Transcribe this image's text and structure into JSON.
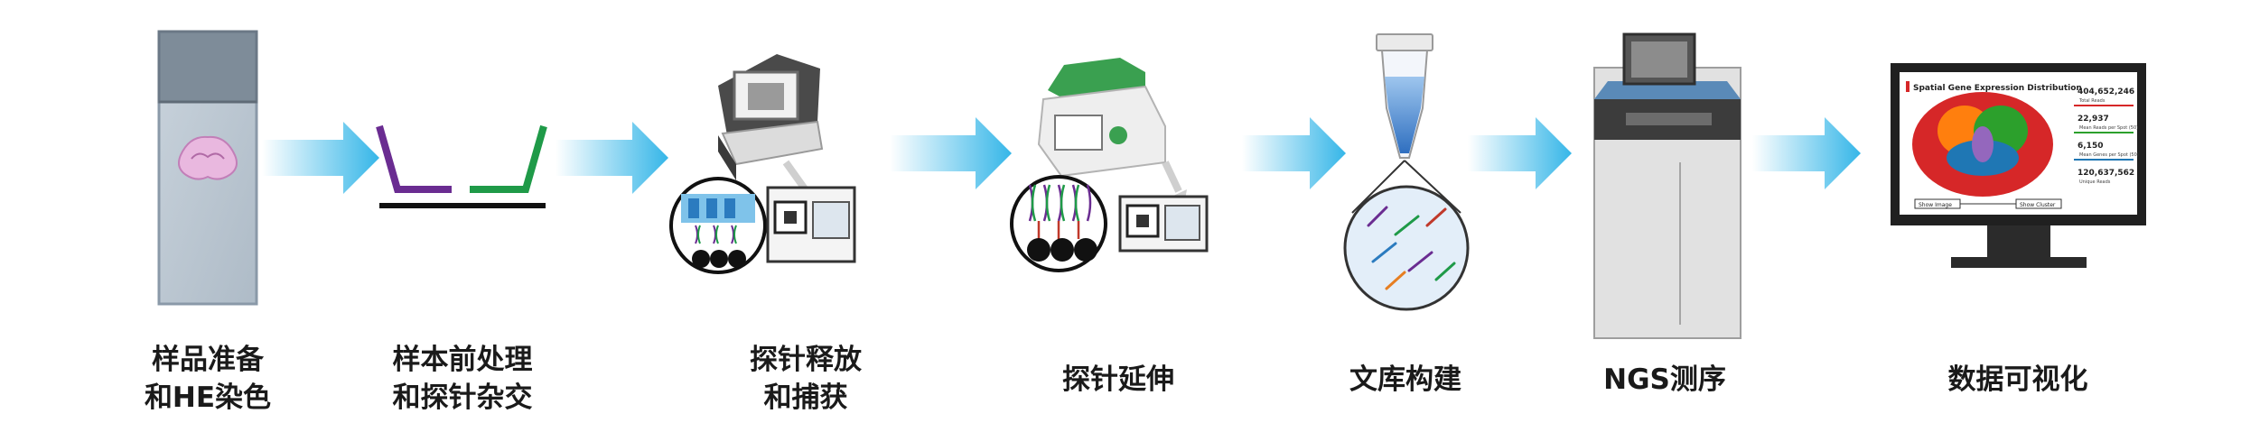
{
  "steps": [
    {
      "line1": "样品准备",
      "line2": "和HE染色"
    },
    {
      "line1": "样本前处理",
      "line2": "和探针杂交"
    },
    {
      "line1": "探针释放",
      "line2": "和捕获"
    },
    {
      "line1": "探针延伸",
      "line2": ""
    },
    {
      "line1": "文库构建",
      "line2": ""
    },
    {
      "line1": "NGS测序",
      "line2": ""
    },
    {
      "line1": "数据可视化",
      "line2": ""
    }
  ],
  "monitor": {
    "title": "Spatial Gene Expression Distribution",
    "stats": [
      {
        "value": "404,652,246",
        "label": "Total Reads"
      },
      {
        "value": "22,937",
        "label": "Mean Reads per Spot (50)"
      },
      {
        "value": "6,150",
        "label": "Mean Genes per Spot (50)"
      },
      {
        "value": "120,637,562",
        "label": "Unique Reads"
      }
    ],
    "button_left": "Show Image",
    "button_right": "Show Cluster"
  },
  "colors": {
    "arrow": "#35b6e8",
    "probe_purple": "#6a2c91",
    "probe_green": "#1f9a48",
    "baseline": "#111111"
  }
}
